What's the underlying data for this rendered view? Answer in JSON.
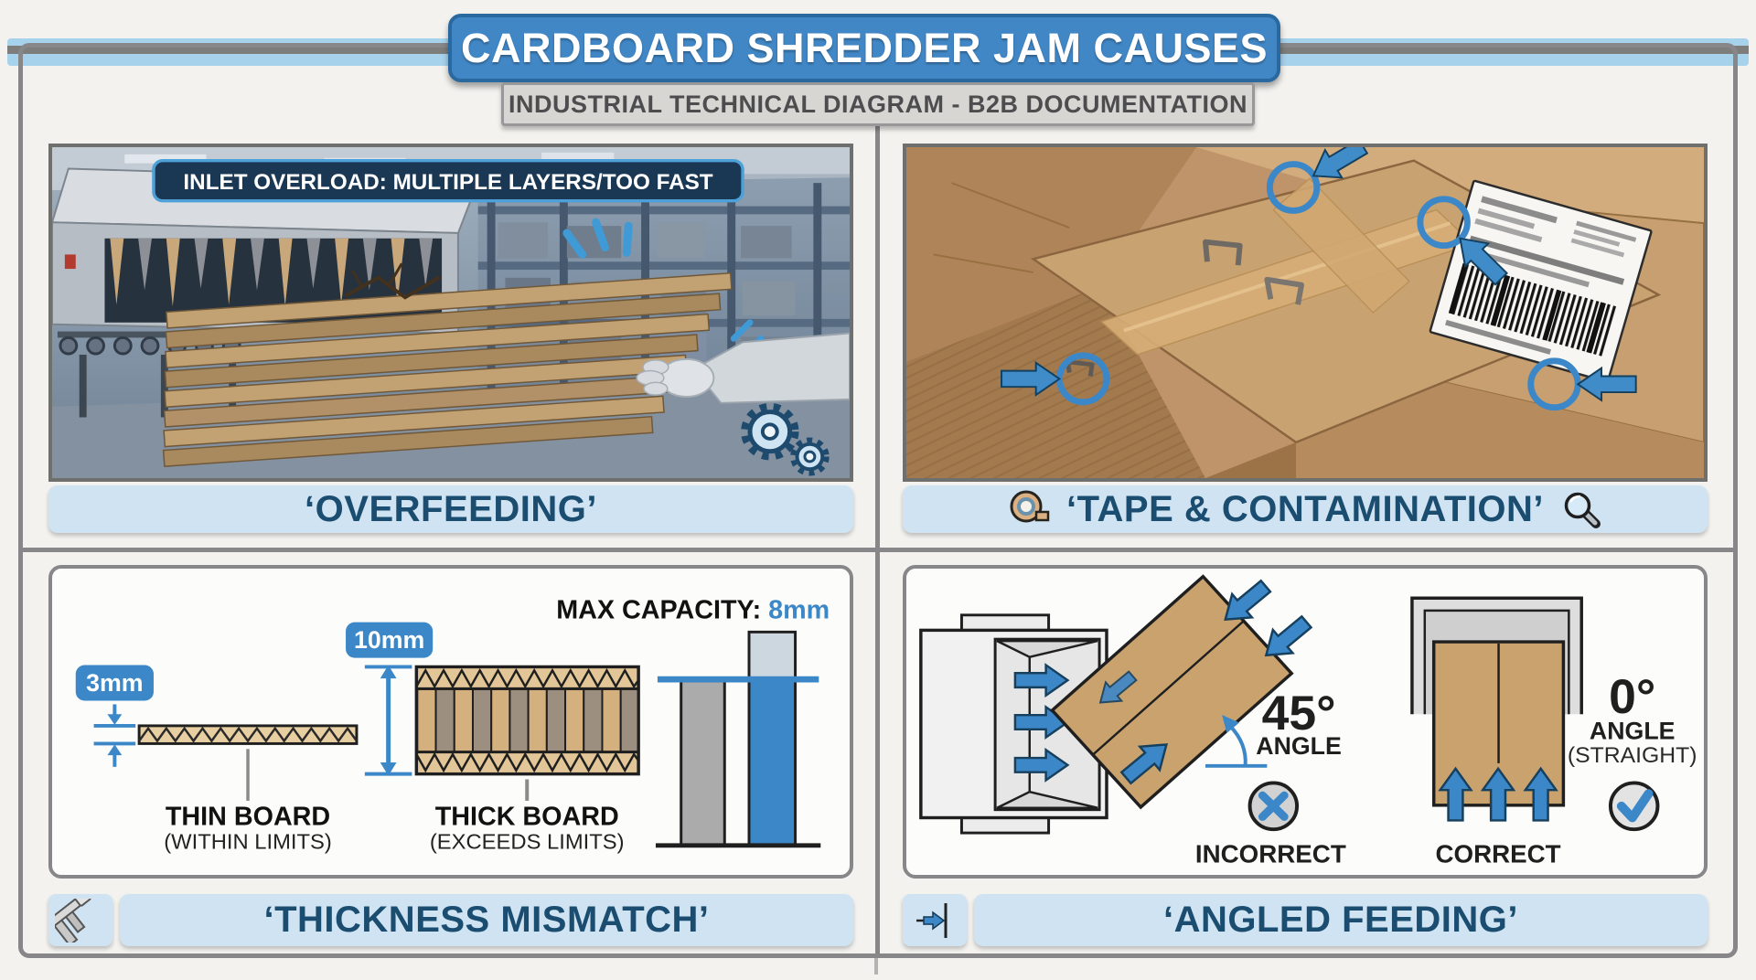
{
  "header": {
    "title": "CARDBOARD SHREDDER JAM CAUSES",
    "subtitle": "INDUSTRIAL TECHNICAL DIAGRAM - B2B DOCUMENTATION"
  },
  "colors": {
    "accent_blue": "#3c87c8",
    "title_blue": "#4187c6",
    "caption_band_bg": "#cfe3f2",
    "caption_text": "#1b4d70",
    "cardboard_tan": "#c9a26e",
    "bar_gray": "#ababab"
  },
  "icons": {
    "tape_caption_left": "tape-roll-icon",
    "tape_caption_right": "magnifier-icon",
    "thickness_caption": "caliper-icon",
    "angled_caption": "arrow-stop-icon",
    "overfeeding_photo": "gears-icon"
  },
  "quadrants": {
    "overfeeding": {
      "photo_label": "INLET OVERLOAD: MULTIPLE LAYERS/TOO FAST",
      "caption": "‘OVERFEEDING’"
    },
    "tape_contamination": {
      "caption": "‘TAPE & CONTAMINATION’"
    },
    "thickness_mismatch": {
      "caption": "‘THICKNESS MISMATCH’",
      "max_capacity_label": "MAX CAPACITY: ",
      "max_capacity_value": "8mm",
      "thin_board": {
        "badge": "3mm",
        "name": "THIN BOARD",
        "status": "(WITHIN LIMITS)"
      },
      "thick_board": {
        "badge": "10mm",
        "name": "THICK BOARD",
        "status": "(EXCEEDS LIMITS)"
      }
    },
    "angled_feeding": {
      "caption": "‘ANGLED FEEDING’",
      "incorrect": {
        "angle": "45°",
        "angle_word": "ANGLE",
        "verdict": "INCORRECT"
      },
      "correct": {
        "angle": "0°",
        "angle_word": "ANGLE",
        "angle_note": "(STRAIGHT)",
        "verdict": "CORRECT"
      }
    }
  },
  "chart_data": {
    "type": "bar",
    "title": "MAX CAPACITY: 8mm",
    "categories": [
      "board within limits",
      "board exceeding limits"
    ],
    "values": [
      8,
      10
    ],
    "unit": "mm",
    "reference_line": {
      "label": "MAX CAPACITY",
      "value": 8
    },
    "bar_colors": [
      "#ababab",
      "#3c87c8"
    ],
    "legend_position": "none",
    "grid": false
  }
}
